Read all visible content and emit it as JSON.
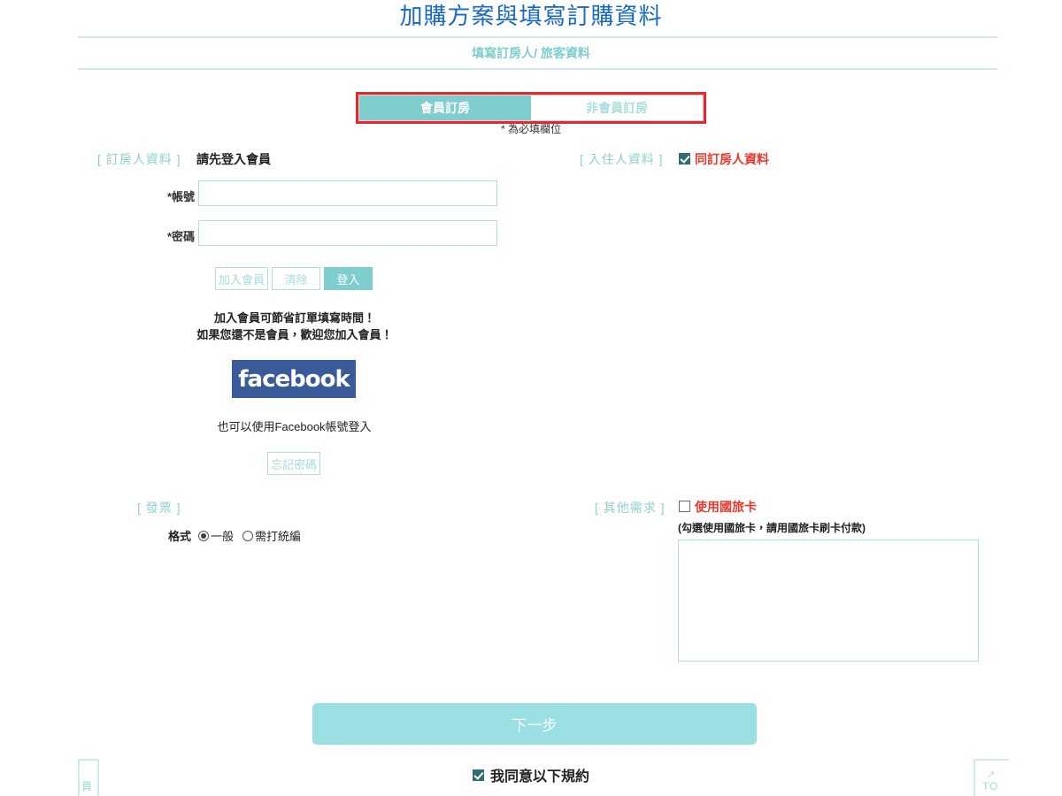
{
  "header": {
    "title": "加購方案與填寫訂購資料",
    "subtitle": "填寫訂房人/ 旅客資料"
  },
  "tabs": [
    {
      "label": "會員訂房",
      "state": "active"
    },
    {
      "label": "非會員訂房",
      "state": "inactive"
    }
  ],
  "required_note": "* 為必填欄位",
  "booker_section": {
    "heading": "[ 訂房人資料 ]",
    "prompt": "請先登入會員",
    "fields": [
      {
        "label": "*帳號",
        "value": "",
        "placeholder": ""
      },
      {
        "label": "*密碼",
        "value": "",
        "placeholder": ""
      }
    ],
    "buttons": {
      "join": "加入會員",
      "clear": "清除",
      "login": "登入",
      "forgot": "忘記密碼"
    },
    "help_line1": "加入會員可節省訂單填寫時間！",
    "help_line2": "如果您還不是會員，歡迎您加入會員！",
    "facebook_logo_text": "facebook",
    "facebook_caption": "也可以使用Facebook帳號登入"
  },
  "guest_section": {
    "heading": "[ 入住人資料 ]",
    "same_as_booker_label": "同訂房人資料",
    "same_as_booker_checked": true
  },
  "invoice_section": {
    "heading": "[ 發票 ]",
    "format_label": "格式",
    "options": [
      {
        "label": "一般",
        "selected": true
      },
      {
        "label": "需打統編",
        "selected": false
      }
    ]
  },
  "other_section": {
    "heading": "[ 其他需求 ]",
    "travel_card_label": "使用國旅卡",
    "travel_card_checked": false,
    "travel_card_note": "(勾選使用國旅卡，請用國旅卡刷卡付款)",
    "remarks_value": "",
    "remarks_placeholder": ""
  },
  "footer": {
    "next_label": "下一步",
    "agree_label": "我同意以下規約",
    "agree_checked": true,
    "corner_left_text": "頁",
    "corner_right_arrow": "↗",
    "corner_right_text": "TO"
  },
  "colors": {
    "title_blue": "#1769c4",
    "teal": "#7ececd",
    "teal_light": "#9adfe2",
    "teal_border": "#b5dbdd",
    "red_highlight": "#e8272c",
    "red_text": "#e8392f",
    "facebook_blue": "#3b5a9a",
    "checkbox_checked": "#2f6d72"
  }
}
